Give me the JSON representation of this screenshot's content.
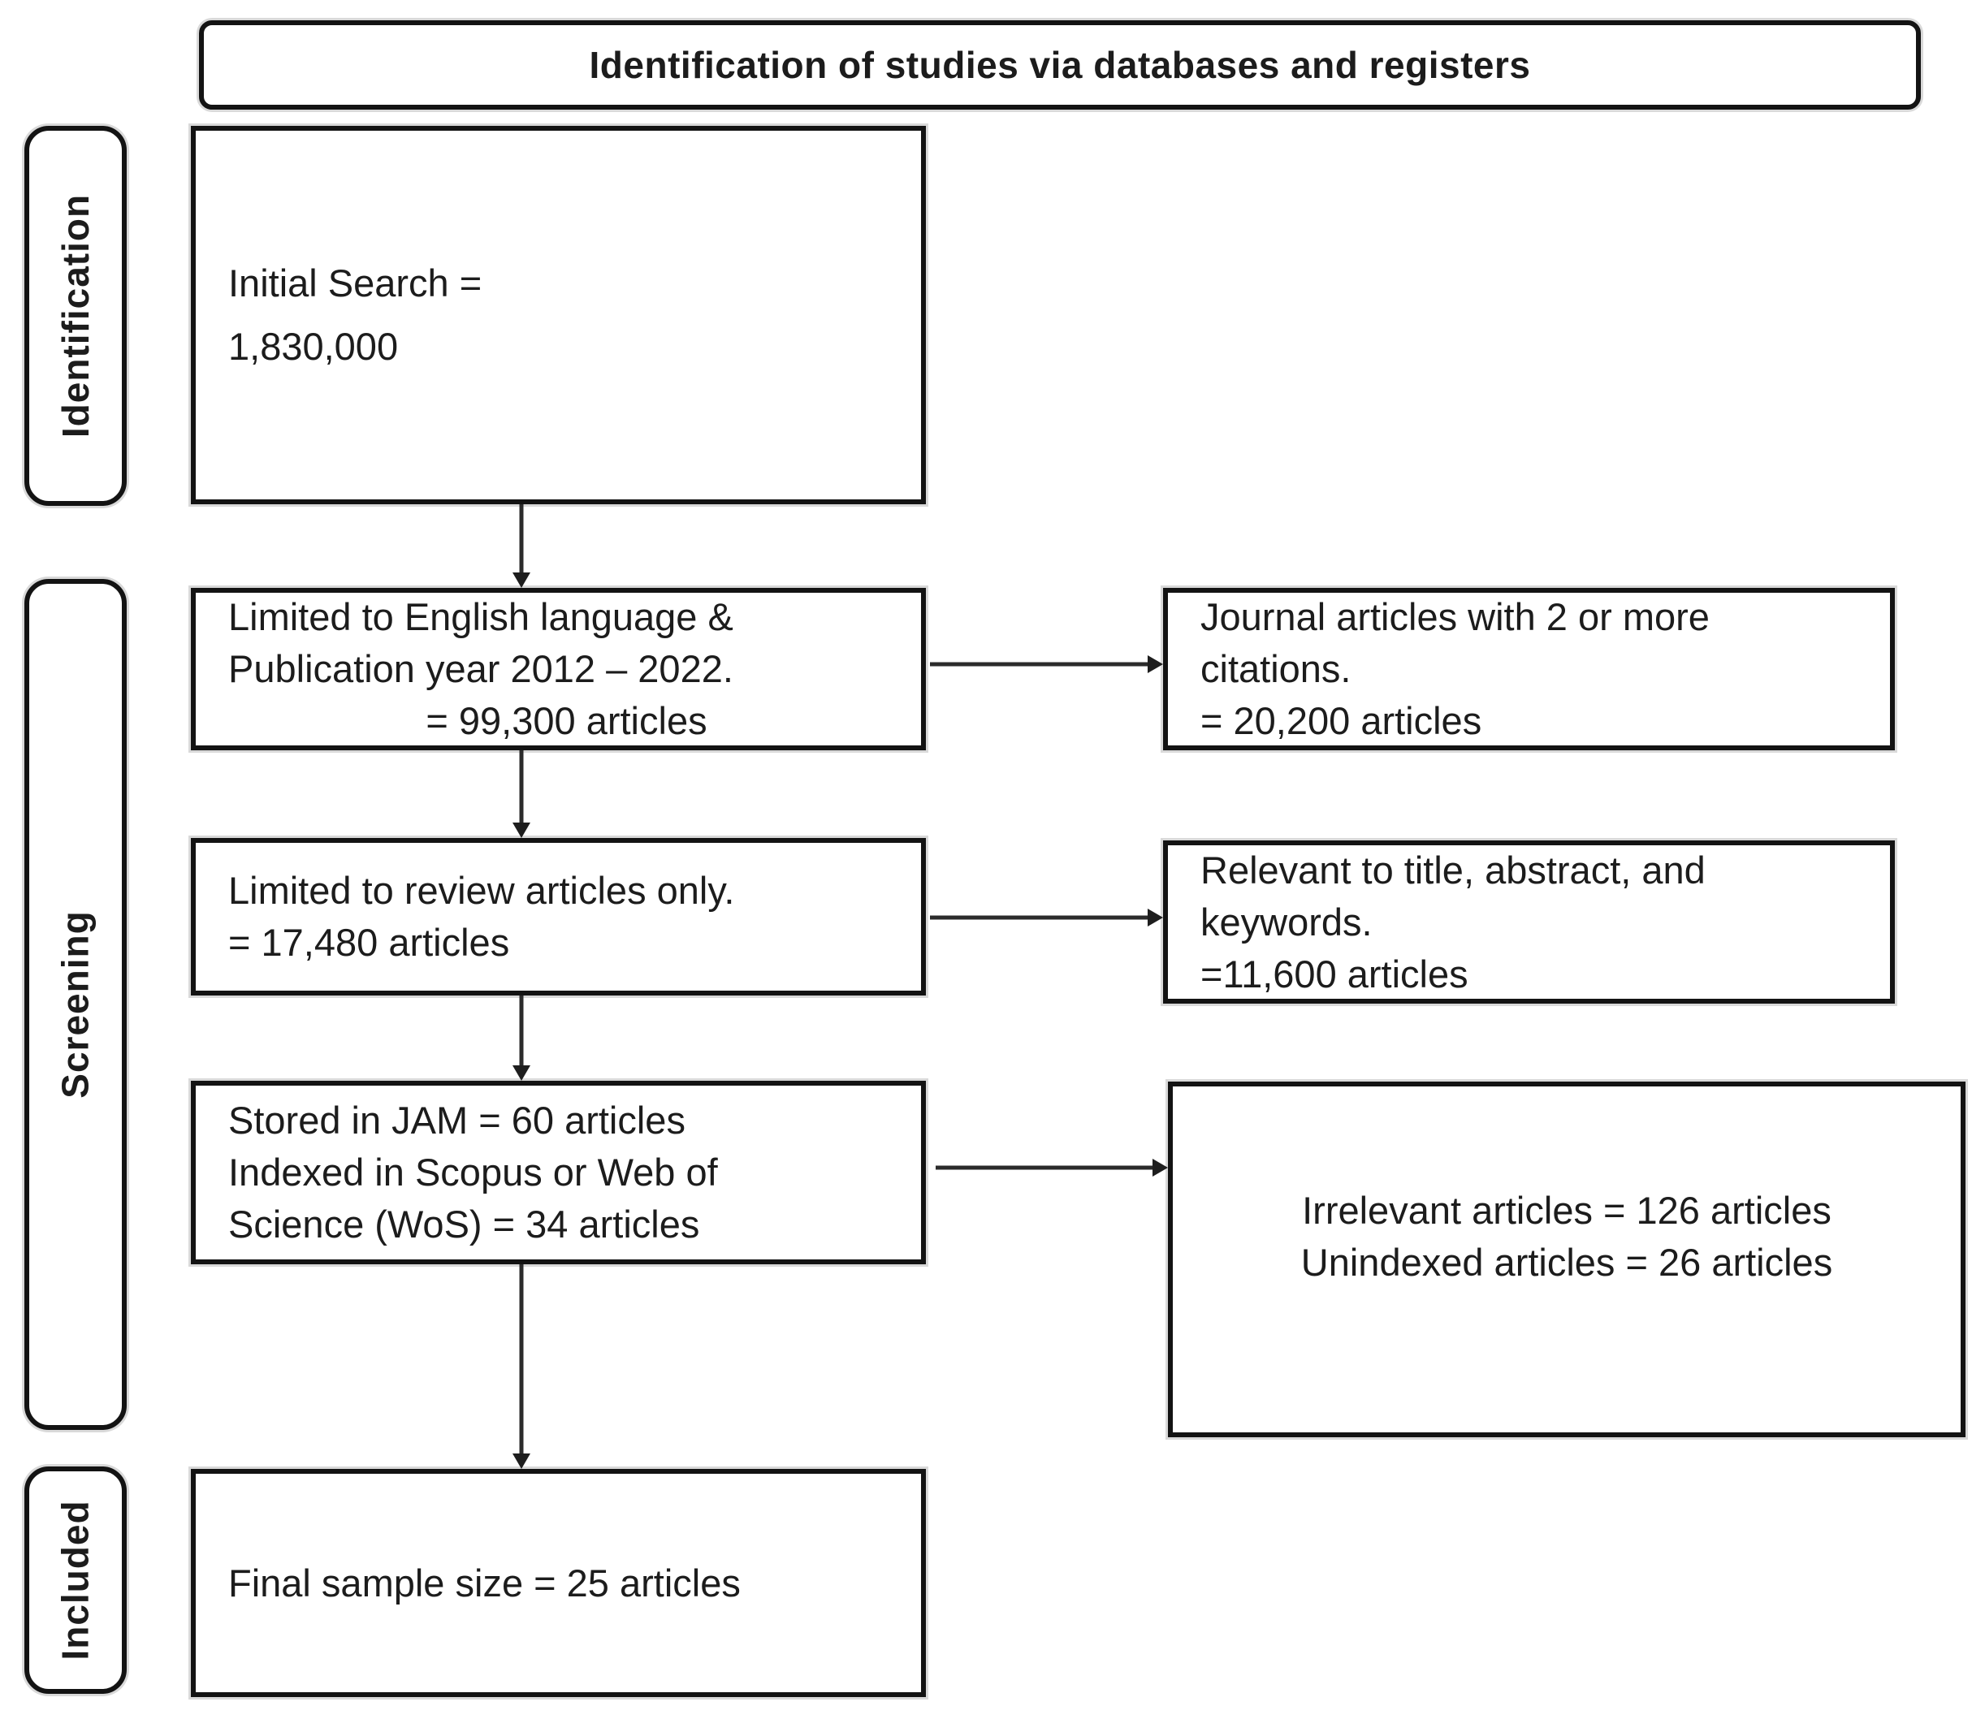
{
  "banner": {
    "title": "Identification of studies via databases and registers"
  },
  "stages": {
    "identification": {
      "label": "Identification"
    },
    "screening": {
      "label": "Screening"
    },
    "included": {
      "label": "Included"
    }
  },
  "flow": {
    "initial_search": {
      "line1": "Initial Search =",
      "line2": "1,830,000"
    },
    "language_limit": {
      "line1": "Limited to English language &",
      "line2": "Publication year 2012 – 2022.",
      "line3": "= 99,300 articles"
    },
    "review_limit": {
      "line1": "Limited to review articles only.",
      "line2": "= 17,480 articles"
    },
    "stored_indexed": {
      "line1": "Stored in JAM = 60 articles",
      "line2": "Indexed in Scopus or Web of",
      "line3": "Science (WoS) = 34 articles"
    },
    "final_sample": {
      "line1": "Final sample size = 25 articles"
    }
  },
  "side": {
    "citations_filter": {
      "line1": "Journal articles with 2 or more",
      "line2": "citations.",
      "line3": "= 20,200 articles"
    },
    "relevance_filter": {
      "line1": "Relevant to title, abstract, and",
      "line2": "keywords.",
      "line3": "=11,600 articles"
    },
    "excluded": {
      "line1": "Irrelevant articles = 126 articles",
      "line2": "Unindexed articles = 26 articles"
    }
  },
  "colors": {
    "border": "#131313",
    "arrow": "#2b2b2b",
    "text": "#1c1c1c",
    "background": "#ffffff"
  }
}
